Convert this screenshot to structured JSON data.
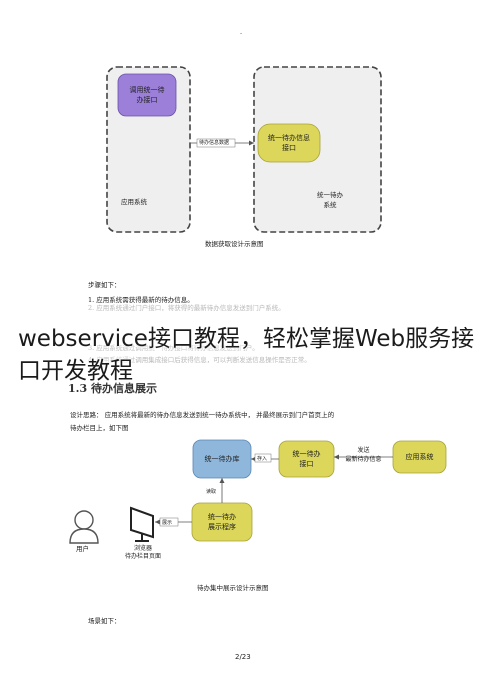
{
  "page_dot": "·",
  "diagram1": {
    "left_box_label": "应用系统",
    "purple_node": "调用统一待\n办接口",
    "arrow_label": "待办信息数据",
    "yellow_node": "统一待办信息\n接口",
    "right_box_label": "统一待办\n系统",
    "caption": "数据获取设计示意图"
  },
  "steps": {
    "heading": "步骤如下：",
    "items": [
      "1. 应用系统需获得最新的待办信息。",
      "2. 应用系统通过门户接口，将获得的最新待办信息发送到门户系统。",
      "3. 应用系统通过调用统一待办接口将待办信息发送到门户。",
      "4. 应用系统通过调用集成接口后获得信息，可以判断发送信息操作是否正常。"
    ]
  },
  "overlay_title": "webservice接口教程，轻松掌握Web服务接口开发教程",
  "section_heading": "1.3 待办信息展示",
  "design_line1": "设计思路：  应用系统将最新的待办信息发送到统一待办系统中，      并最终展示到门户首页上的",
  "design_line2": "待办栏目上，如下图",
  "diagram2": {
    "blue_node": "统一待办库",
    "insert_label": "存入",
    "yellow_top": "统一待办\n接口",
    "send_label": "发送\n最新待办信息",
    "app_node": "应用系统",
    "read_label": "读取",
    "display_node": "统一待办\n展示程序",
    "show_label": "展示",
    "user_label": "用户",
    "browser_label": "浏览器\n待办栏目页面",
    "caption": "待办集中展示设计示意图"
  },
  "scene": "场景如下：",
  "page_number": "2/23",
  "colors": {
    "purple": "#9b7fd9",
    "yellow": "#dcd65a",
    "blue": "#8fb7dc",
    "gray_box": "#efefef"
  }
}
